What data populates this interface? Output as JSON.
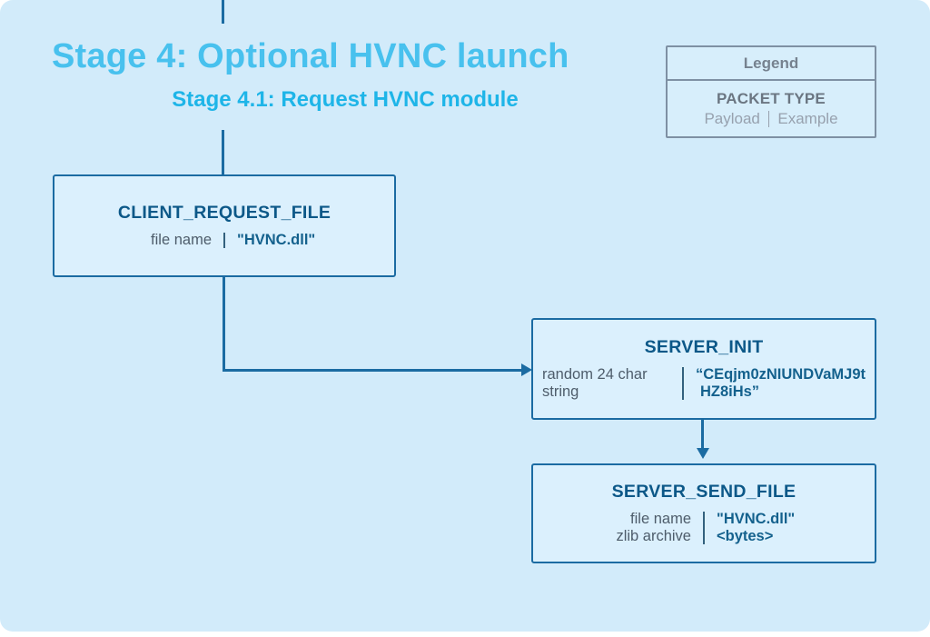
{
  "page": {
    "background_color": "#ffffff",
    "canvas_color": "#d2ebfa",
    "accent_title_color": "#48c1ee",
    "accent_subtitle_color": "#1eb5e8",
    "packet_border_color": "#1b6ba2",
    "packet_fill_color": "#dbf0fd",
    "packet_title_color": "#0c5888"
  },
  "header": {
    "title": "Stage 4: Optional HVNC launch",
    "subtitle": "Stage 4.1: Request HVNC module"
  },
  "legend": {
    "title": "Legend",
    "packet_type_label": "PACKET TYPE",
    "payload_label": "Payload",
    "example_label": "Example"
  },
  "packets": [
    {
      "name": "CLIENT_REQUEST_FILE",
      "fields": [
        {
          "label": "file name",
          "value_lines": [
            "\"HVNC.dll\""
          ]
        }
      ]
    },
    {
      "name": "SERVER_INIT",
      "fields": [
        {
          "label": "random 24 char string",
          "value_lines": [
            "“CEqjm0zNIUNDVaMJ9t",
            "HZ8iHs”"
          ]
        }
      ]
    },
    {
      "name": "SERVER_SEND_FILE",
      "fields": [
        {
          "label": "file name",
          "value_lines": [
            "\"HVNC.dll\""
          ]
        },
        {
          "label": "zlib archive",
          "value_lines": [
            "<bytes>"
          ]
        }
      ]
    }
  ]
}
